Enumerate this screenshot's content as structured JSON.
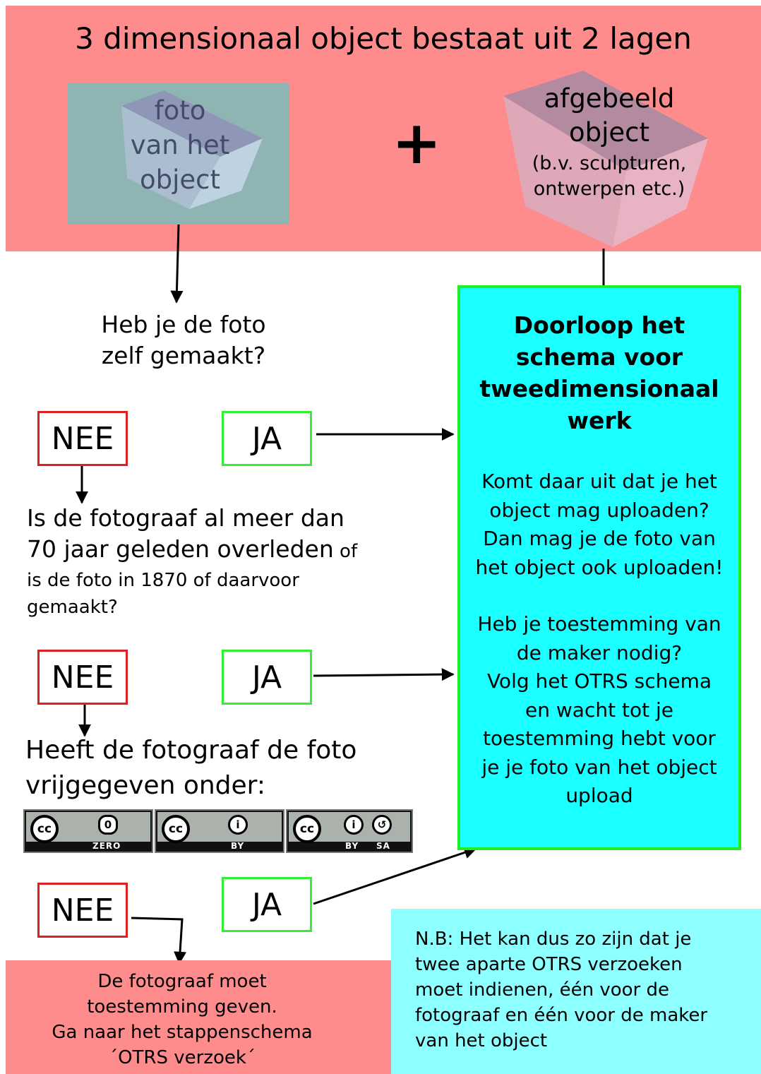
{
  "banner": {
    "title": "3 dimensionaal object bestaat uit 2 lagen",
    "photo_label_lines": [
      "foto",
      "van het",
      "object"
    ],
    "plus": "+",
    "object_title_lines": [
      "afgebeeld",
      "object"
    ],
    "object_sub_lines": [
      "(b.v. sculpturen,",
      "ontwerpen etc.)"
    ]
  },
  "questions": {
    "q1_lines": [
      "Heb je de foto",
      "zelf gemaakt?"
    ],
    "q2_line1": "Is de fotograaf al meer dan",
    "q2_line2_big": "70 jaar geleden overleden",
    "q2_line2_small": " of",
    "q2_line3": "is de foto in 1870 of daarvoor",
    "q2_line4": "gemaakt?",
    "q3_lines": [
      "Heeft de fotograaf de foto",
      "vrijgegeven onder:"
    ]
  },
  "answers": {
    "no": "NEE",
    "yes": "JA"
  },
  "licenses": [
    {
      "name": "CC0",
      "cc": "cc",
      "mark": "0",
      "label": "ZERO"
    },
    {
      "name": "CC BY",
      "cc": "cc",
      "mark": "i",
      "label": "BY"
    },
    {
      "name": "CC BY-SA",
      "cc": "cc",
      "marks": [
        "i",
        "↺"
      ],
      "labels": [
        "BY",
        "SA"
      ]
    }
  ],
  "two_d_box": {
    "heading_lines": [
      "Doorloop het",
      "schema voor",
      "tweedimensionaal",
      "werk"
    ],
    "para1_lines": [
      "Komt daar uit dat je het",
      "object mag uploaden?",
      "Dan mag je de foto van",
      "het object ook uploaden!"
    ],
    "para2_lines": [
      "Heb je toestemming van",
      "de maker nodig?",
      "Volg het OTRS schema",
      "en wacht tot je",
      "toestemming hebt voor",
      "je je foto van het object",
      "upload"
    ]
  },
  "bottom_red": {
    "lines": [
      "De fotograaf moet",
      "toestemming geven.",
      "Ga naar het stappenschema",
      "´OTRS verzoek´"
    ]
  },
  "note": {
    "lines": [
      "N.B: Het kan dus zo zijn dat je",
      "twee aparte OTRS verzoeken",
      "moet indienen, één voor de",
      "fotograaf en één voor de maker",
      "van het object"
    ]
  },
  "colors": {
    "banner_red": "#ff8c8c",
    "photo_teal": "#8fb4b4",
    "no_red": "#e02020",
    "yes_green": "#33ee33",
    "cyan": "#1affff",
    "note_cyan": "#8dffff"
  }
}
